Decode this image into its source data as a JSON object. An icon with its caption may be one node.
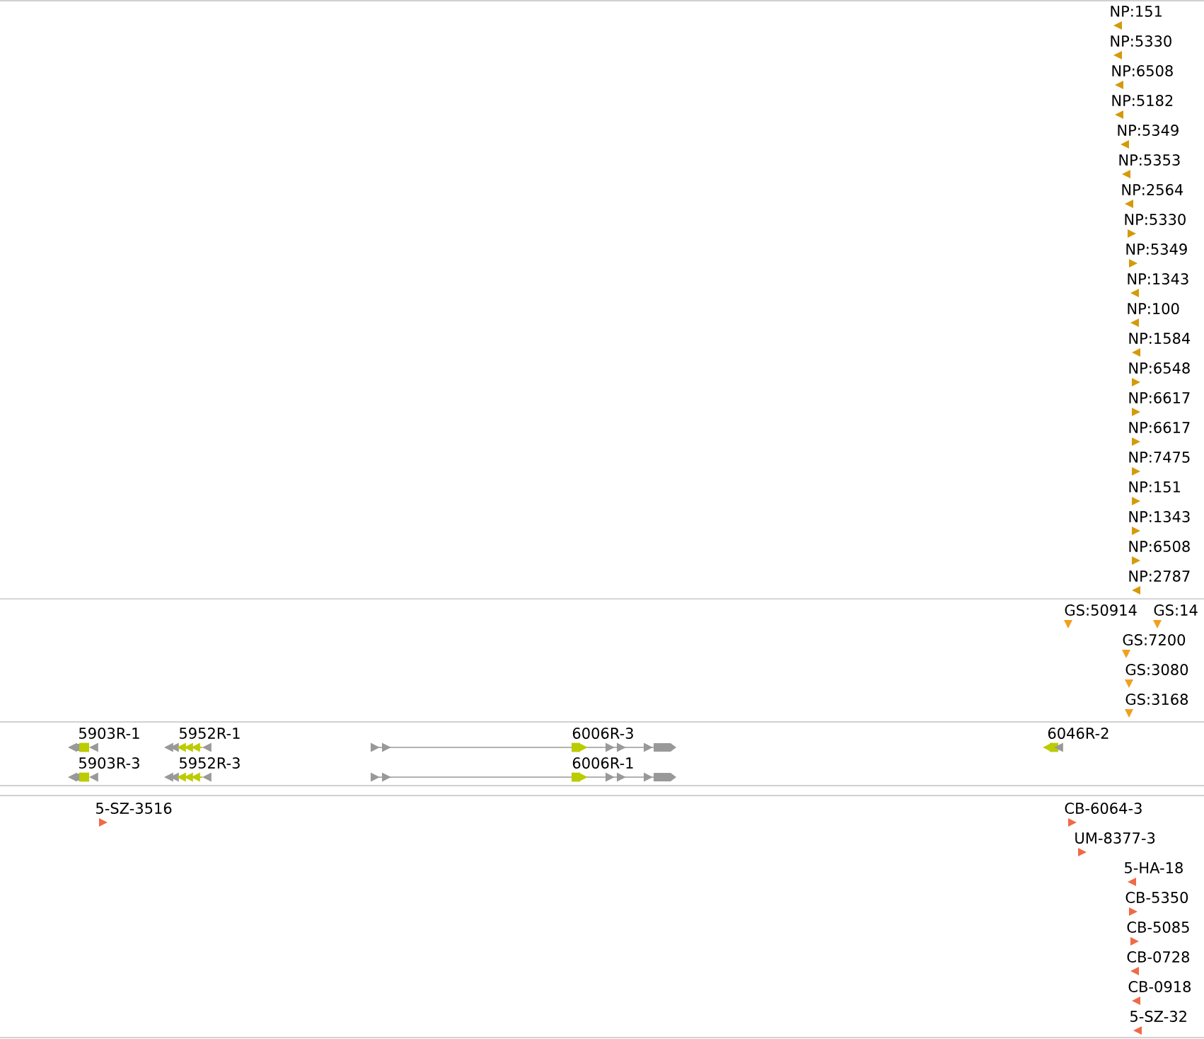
{
  "diagram": {
    "labels": [
      "NP:151",
      "NP:5330",
      "NP:6508",
      "NP:5182",
      "NP:5349",
      "NP:5353",
      "NP:2564",
      "NP:5330",
      "NP:5349",
      "NP:1343",
      "NP:100",
      "NP:1584",
      "NP:6548",
      "NP:6617",
      "NP:6617",
      "NP:7475",
      "NP:151",
      "NP:1343",
      "NP:6508",
      "NP:2787",
      "GS:50914",
      "GS:14",
      "GS:7200",
      "GS:3080",
      "GS:3168",
      "5903R-1",
      "5952R-1",
      "6006R-3",
      "6046R-2",
      "5903R-3",
      "5952R-3",
      "6006R-1",
      "5-SZ-3516",
      "CB-6064-3",
      "UM-8377-3",
      "5-HA-18",
      "CB-5350",
      "CB-5085",
      "CB-0728",
      "CB-0918",
      "5-SZ-32"
    ]
  }
}
